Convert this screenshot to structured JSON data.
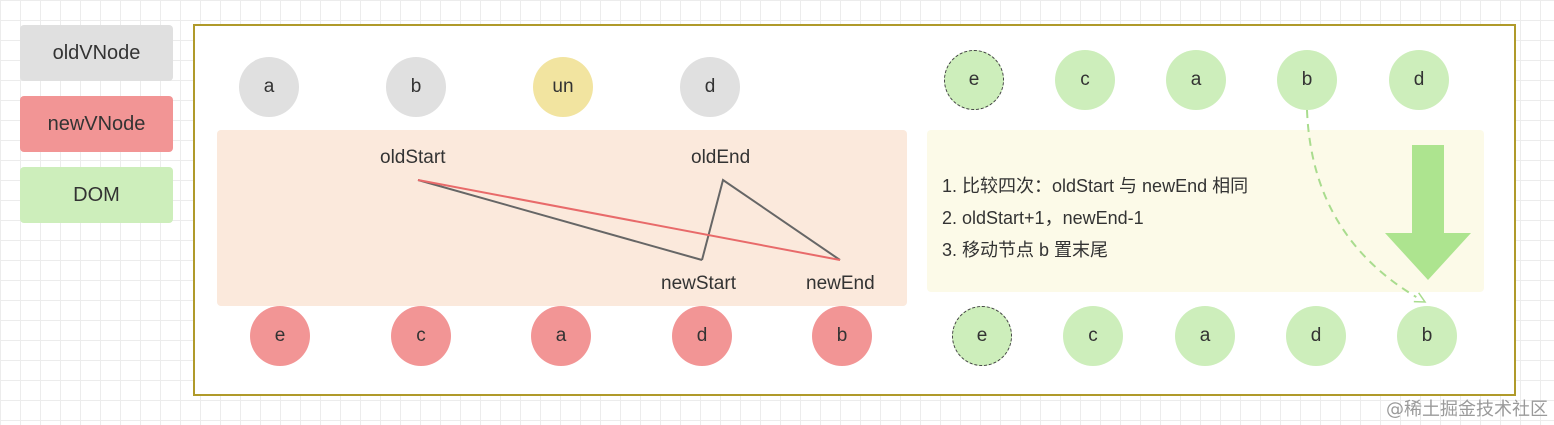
{
  "legend": {
    "old_vnode": "oldVNode",
    "new_vnode": "newVNode",
    "dom": "DOM"
  },
  "old_vnodes": [
    "a",
    "b",
    "un",
    "d"
  ],
  "new_vnodes": [
    "e",
    "c",
    "a",
    "d",
    "b"
  ],
  "dom_before": [
    "e",
    "c",
    "a",
    "b",
    "d"
  ],
  "dom_after": [
    "e",
    "c",
    "a",
    "d",
    "b"
  ],
  "pointers": {
    "old_start": "oldStart",
    "old_end": "oldEnd",
    "new_start": "newStart",
    "new_end": "newEnd"
  },
  "steps": [
    "1. 比较四次：oldStart 与 newEnd 相同",
    "2. oldStart+1，newEnd-1",
    "3. 移动节点 b 置末尾"
  ],
  "watermark": "@稀土掘金技术社区",
  "colors": {
    "old_vnode": "#e0e0e0",
    "unknown_node": "#f2e4a0",
    "new_vnode": "#f29595",
    "dom": "#cdeebb",
    "pointer_zone": "#fbe9dc",
    "steps_zone": "#fcfae8",
    "frame_border": "#b09a2a",
    "match_line": "#e86a6a",
    "move_arrow": "#ade48f"
  }
}
